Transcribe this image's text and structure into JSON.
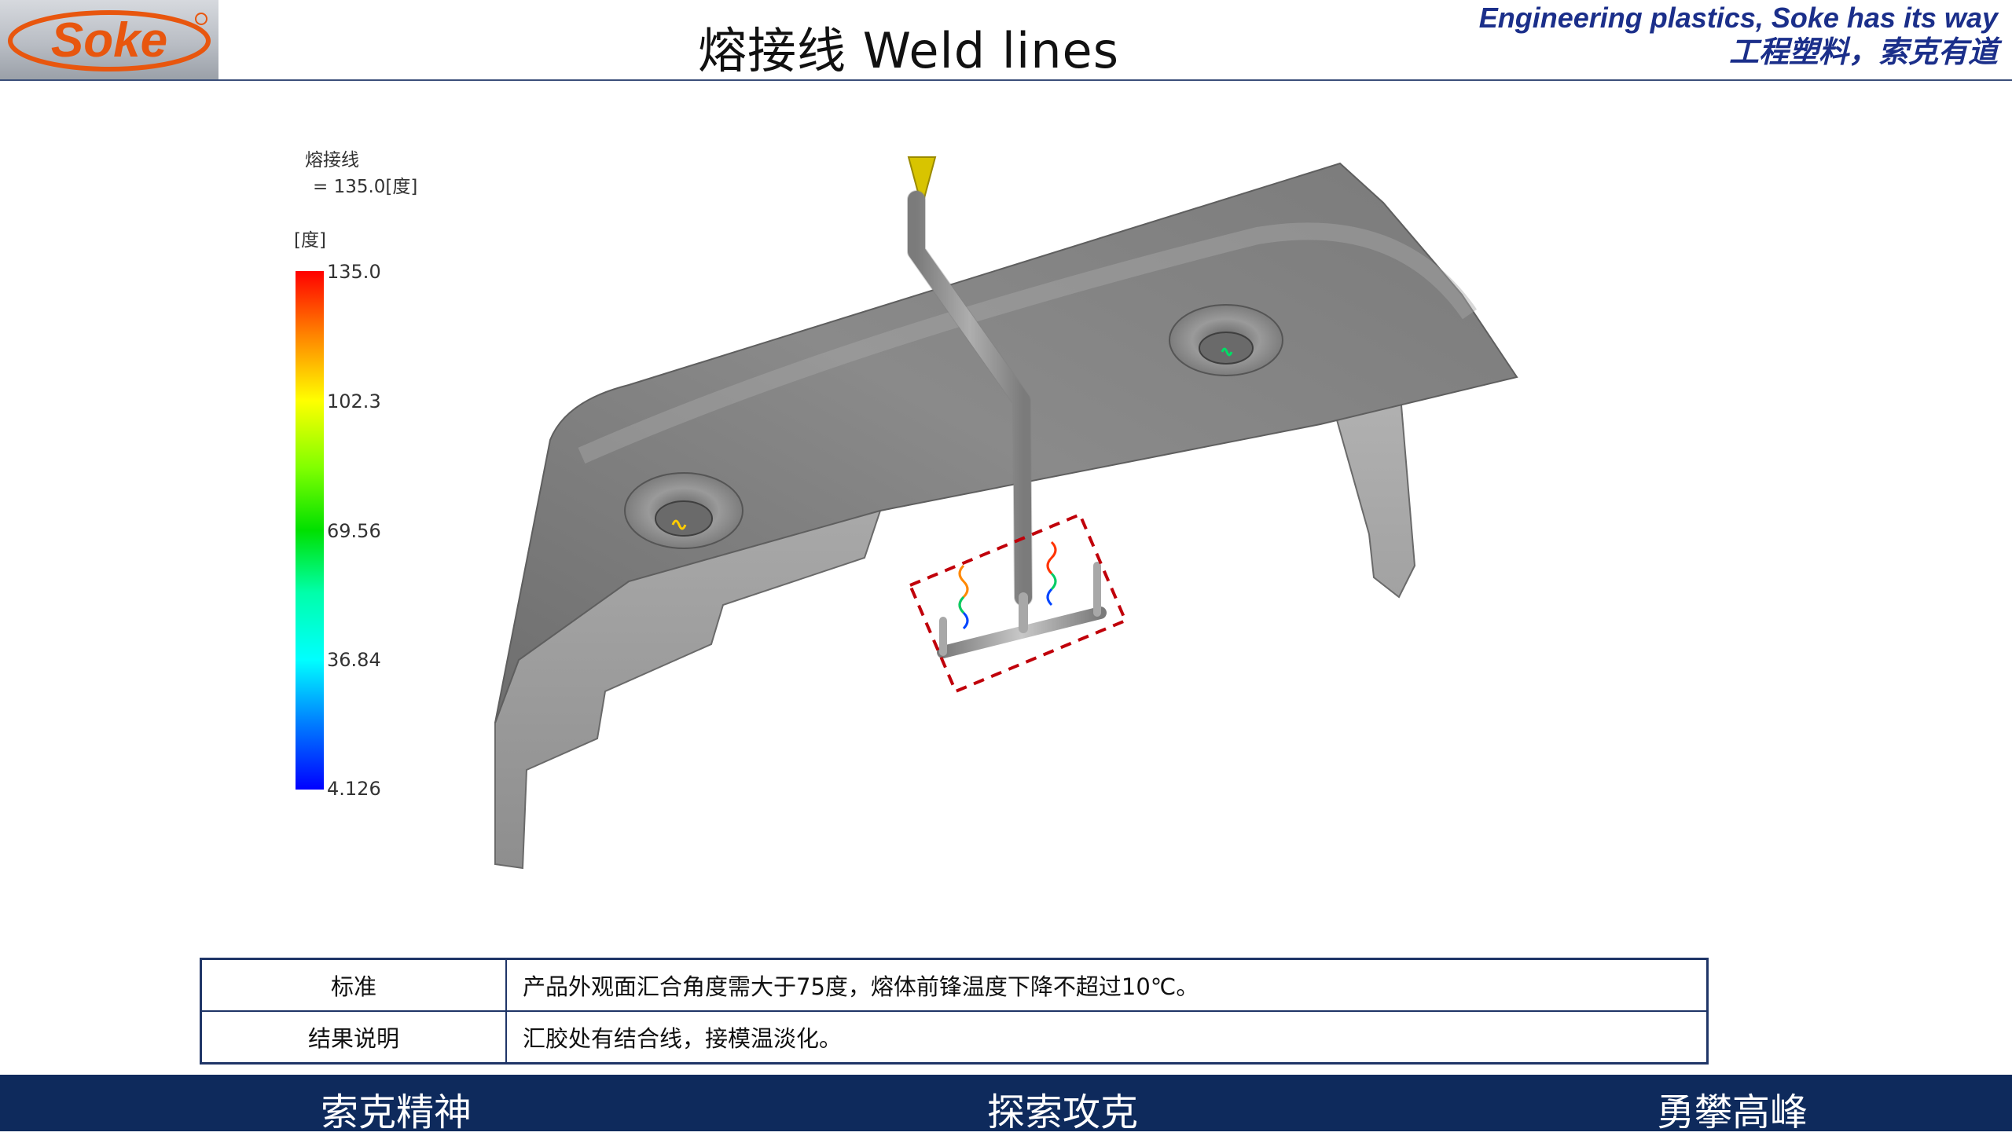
{
  "header": {
    "logo_text": "Soke",
    "title": "熔接线  Weld lines",
    "slogan_en": "Engineering plastics, Soke has its way",
    "slogan_cn": "工程塑料，索克有道"
  },
  "legend": {
    "title": "熔接线",
    "value": "= 135.0[度]",
    "unit": "[度]",
    "ticks": [
      "135.0",
      "102.3",
      "69.56",
      "36.84",
      "4.126"
    ],
    "max": 135.0,
    "min": 4.126
  },
  "table": {
    "rows": [
      {
        "label": "标准",
        "content": "产品外观面汇合角度需大于75度，熔体前锋温度下降不超过10℃。"
      },
      {
        "label": "结果说明",
        "content": "汇胶处有结合线，接模温淡化。"
      }
    ]
  },
  "footer": {
    "left": "索克精神",
    "center": "探索攻克",
    "right": "勇攀高峰"
  },
  "colors": {
    "navy": "#0e2a5c",
    "slogan_blue": "#1b2f8a",
    "highlight_red": "#c0000a"
  }
}
